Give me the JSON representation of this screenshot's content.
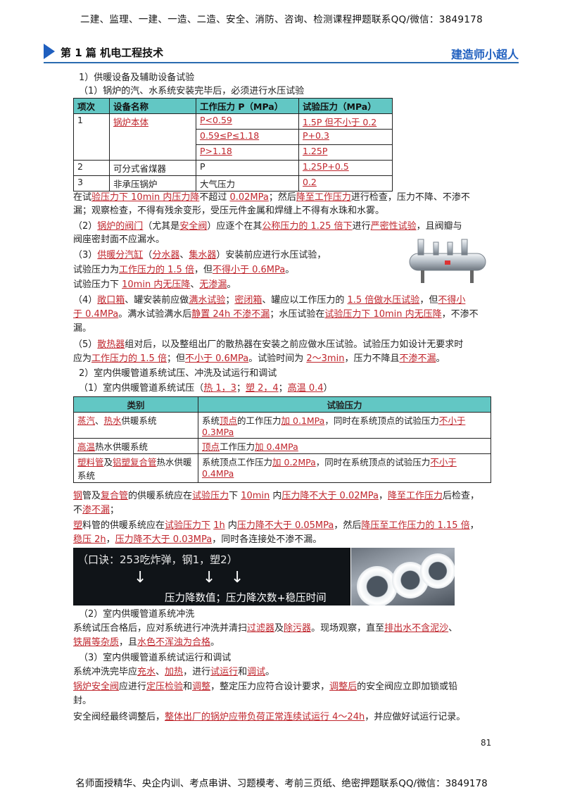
{
  "banner_top": "二建、监理、一建、一造、二造、安全、消防、咨询、检测课程押题联系QQ/微信：3849178",
  "header": {
    "chapter": "第 1 篇  机电工程技术",
    "brand": "建造师小超人"
  },
  "sec1_title": "1）供暖设备及辅助设备试验",
  "sec1_sub1": "（1）锅炉的汽、水系统安装完毕后，必须进行水压试验",
  "table1": {
    "headers": [
      "项次",
      "设备名称",
      "工作压力 P（MPa）",
      "试验压力（MPa）"
    ],
    "rows": [
      [
        "1",
        "锅炉本体",
        "P<0.59",
        "1.5P 但不小于 0.2"
      ],
      [
        "",
        "",
        "0.59≤P≤1.18",
        "P+0.3"
      ],
      [
        "",
        "",
        "P>1.18",
        "1.25P"
      ],
      [
        "2",
        "可分式省煤器",
        "P",
        "1.25P+0.5"
      ],
      [
        "3",
        "非承压锅炉",
        "大气压力",
        "0.2"
      ]
    ]
  },
  "p1": [
    "在试",
    "验压力下 10min 内压力降",
    "不超过 ",
    "0.02MPa",
    "；然后",
    "降至工作压力",
    "进行检查，压力不降、不渗不"
  ],
  "p1b": "漏；观察检查，不得有残余变形，受压元件金属和焊缝上不得有水珠和水雾。",
  "p2": [
    "（2）",
    "锅炉的阀门",
    "（尤其是",
    "安全阀",
    "）应逐个在其",
    "公称压力的 1.25 倍下",
    "进行",
    "严密性试验",
    "，且阀瓣与"
  ],
  "p2b": "阀座密封面不应漏水。",
  "p3": [
    "（3）",
    "供暖分汽缸",
    "（",
    "分水器",
    "、",
    "集水器",
    "）安装前应进行水压试验，"
  ],
  "p3b": [
    "试验压力为",
    "工作压力的 1.5 倍",
    "，但",
    "不得小于 0.6MPa",
    "。"
  ],
  "p3c": [
    "试验压力下 ",
    "10min 内无压降",
    "、",
    "无渗漏",
    "。"
  ],
  "p4": [
    "（4）",
    "敞口箱",
    "、罐安装前应做",
    "满水试验",
    "；",
    "密闭箱",
    "、罐应以工作压力的 ",
    "1.5 倍做水压试验",
    "，但",
    "不得小"
  ],
  "p4b": [
    "于 0.4MPa",
    "。满水试验满水后",
    "静置 24h 不渗不漏",
    "；水压试验在",
    "试验压力下 10min 内无压降",
    "，不渗不"
  ],
  "p4c": "漏。",
  "p5": [
    "（5）",
    "散热器",
    "组对后，以及整组出厂的散热器在安装之前应做水压试验。试验压力如设计无要求时"
  ],
  "p5b": [
    "应为",
    "工作压力的 1.5 倍",
    "；但",
    "不小于 0.6MPa",
    "。试验时间为 ",
    "2～3min",
    "，压力不降且",
    "不渗不漏",
    "。"
  ],
  "sec2_title": "2）室内供暖管道系统试压、冲洗及试运行和调试",
  "sec2_sub1": [
    "（1）室内供暖管道系统试压（",
    "热 1，3",
    "；",
    "塑 2，4",
    "；",
    "高温 0.4",
    "）"
  ],
  "table2": {
    "headers": [
      "类别",
      "试验压力"
    ],
    "rows": [
      {
        "cat": [
          "蒸汽",
          "、",
          "热水",
          "供暖系统"
        ],
        "val": [
          "系统",
          "顶点",
          "的工作压力",
          "加 0.1MPa",
          "，同时在系统顶点的试验压力",
          "不小于 0.3MPa"
        ]
      },
      {
        "cat": [
          "高温",
          "热水供暖系统"
        ],
        "val": [
          "顶点",
          "工作压力",
          "加 0.4MPa"
        ]
      },
      {
        "cat": [
          "塑料管",
          "及",
          "铝塑复合管",
          "热水供暖系统"
        ],
        "val": [
          "系统顶点工作压力",
          "加 0.2MPa",
          "，同时在系统顶点的试验压力",
          "不小于 0.4MPa"
        ]
      }
    ]
  },
  "p6": [
    "钢",
    "管及",
    "复合管",
    "的供暖系统应在",
    "试验压力",
    "下 ",
    "10min",
    " 内",
    "压力降不大于 0.02MPa",
    "，",
    "降至工作压力",
    "后检查，"
  ],
  "p6b": [
    "不",
    "渗不漏",
    "；"
  ],
  "p7": [
    "塑",
    "料管的供暖系统应在",
    "试验压力下",
    " ",
    "1h",
    " 内",
    "压力降不大于 0.05MPa",
    "，然后",
    "降压至工作压力的 1.15 倍",
    "，"
  ],
  "p7b": [
    "稳压 2h",
    "，",
    "压力降不大于 0.03MPa",
    "，同时各连接处不渗不漏。"
  ],
  "mnemonic": {
    "text": "（口诀：253吃炸弹，钢1，塑2）",
    "arrow": "↓",
    "result": "压力降数值；压力降次数+稳压时间"
  },
  "sec2_sub2": "（2）室内供暖管道系统冲洗",
  "p8": [
    "系统试压合格后，应对系统进行冲洗并清扫",
    "过滤器",
    "及",
    "除污器",
    "。现场观察，直至",
    "排出水不含泥沙",
    "、"
  ],
  "p8b": [
    "铁屑等杂质",
    "，且",
    "水色不浑浊为合格",
    "。"
  ],
  "sec2_sub3": "（3）室内供暖管道系统试运行和调试",
  "p9": [
    "系统冲洗完毕应",
    "充水",
    "、",
    "加热",
    "，进行",
    "试运行",
    "和",
    "调试",
    "。"
  ],
  "p10": [
    "锅炉安全阀",
    "应进行",
    "定压检验",
    "和",
    "调整",
    "，整定压力应符合设计要求，",
    "调整后",
    "的安全阀应立即加锁或铅"
  ],
  "p10b": "封。",
  "p11": [
    "安全阀经最终调整后，",
    "整体出厂的锅炉应带负荷正常连续试运行 4～24h",
    "，并应做好试运行记录。"
  ],
  "page_number": "81",
  "footer": "名师面授精华、央企内训、考点串讲、习题模考、考前三页纸、绝密押题联系QQ/微信：3849178"
}
